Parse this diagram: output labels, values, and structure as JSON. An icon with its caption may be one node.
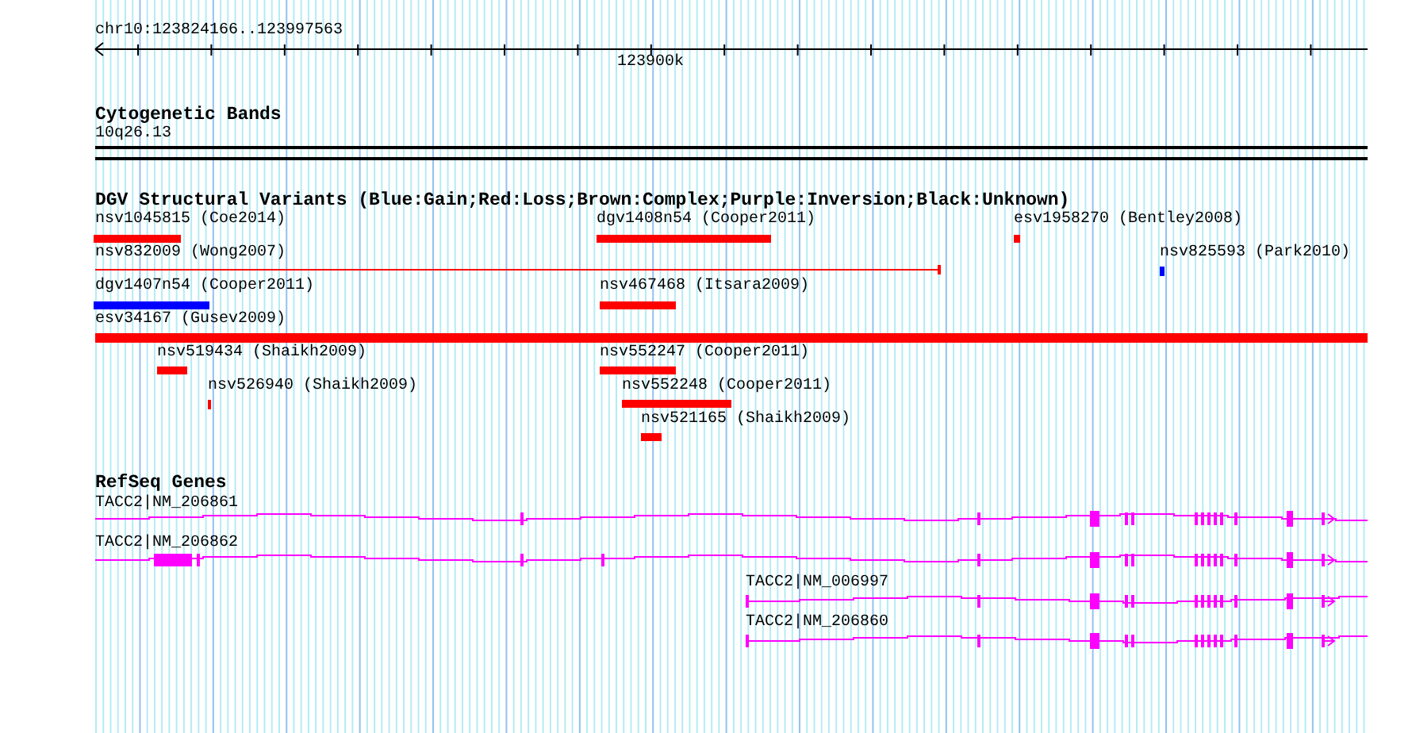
{
  "diagram": {
    "labels": [
      "chr10:123824166..123997563",
      "123900k",
      "Cytogenetic Bands",
      "10q26.13",
      "DGV Structural Variants (Blue:Gain;Red:Loss;Brown:Complex;Purple:Inversion;Black:Unknown)",
      "nsv1045815 (Coe2014)",
      "dgv1408n54 (Cooper2011)",
      "esv1958270 (Bentley2008)",
      "nsv832009 (Wong2007)",
      "nsv825593 (Park2010)",
      "dgv1407n54 (Cooper2011)",
      "nsv467468 (Itsara2009)",
      "esv34167 (Gusev2009)",
      "nsv519434 (Shaikh2009)",
      "nsv552247 (Cooper2011)",
      "nsv526940 (Shaikh2009)",
      "nsv552248 (Cooper2011)",
      "nsv521165 (Shaikh2009)",
      "RefSeq Genes",
      "TACC2|NM_206861",
      "TACC2|NM_206862",
      "TACC2|NM_006997",
      "TACC2|NM_206860"
    ]
  }
}
